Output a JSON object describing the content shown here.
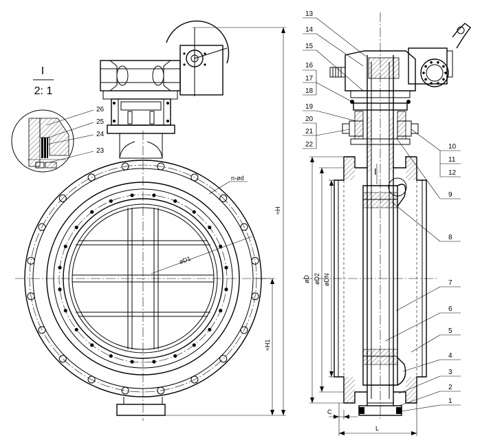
{
  "detail": {
    "roman": "I",
    "scale": "2: 1",
    "view_marker": "I"
  },
  "front_labels": {
    "bolt_spec": "n-ød",
    "dia_d1": "øD1",
    "height_h": "≈H",
    "height_h1": "≈H1"
  },
  "detail_parts": [
    "26",
    "25",
    "24",
    "23"
  ],
  "side_parts_left": [
    "13",
    "14",
    "15",
    "16",
    "17",
    "18",
    "19",
    "20",
    "21",
    "22"
  ],
  "side_parts_right": [
    "10",
    "11",
    "12",
    "9",
    "8",
    "7",
    "6",
    "5",
    "4",
    "3",
    "2",
    "1"
  ],
  "side_dims": {
    "d": "øD",
    "d2": "øD2",
    "dn": "øDN",
    "c": "C",
    "l": "L"
  }
}
